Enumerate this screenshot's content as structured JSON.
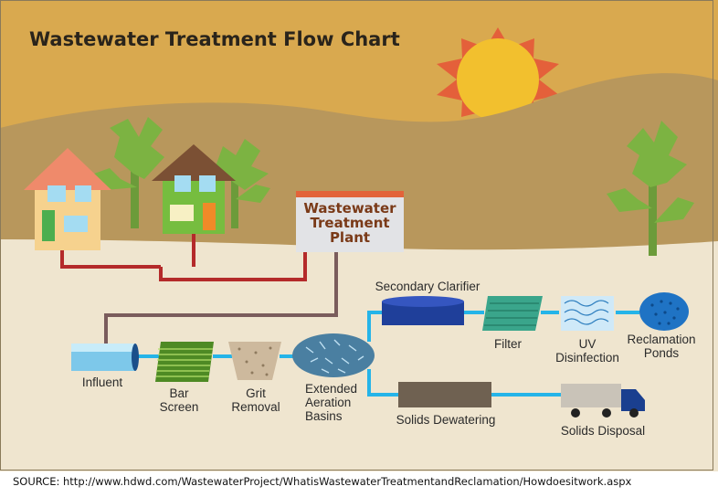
{
  "title": "Wastewater Treatment Flow Chart",
  "plant": {
    "line1": "Wastewater",
    "line2": "Treatment",
    "line3": "Plant"
  },
  "steps": {
    "influent": "Influent",
    "bar_screen": [
      "Bar",
      "Screen"
    ],
    "grit_removal": [
      "Grit",
      "Removal"
    ],
    "aeration": [
      "Extended",
      "Aeration",
      "Basins"
    ],
    "secondary_clarifier": "Secondary Clarifier",
    "filter": "Filter",
    "uv": [
      "UV",
      "Disinfection"
    ],
    "reclamation": [
      "Reclamation",
      "Ponds"
    ],
    "solids_dewatering": "Solids Dewatering",
    "solids_disposal": "Solids Disposal"
  },
  "source": "SOURCE:  http://www.hdwd.com/WastewaterProject/WhatisWastewaterTreatmentandReclamation/Howdoesitwork.aspx",
  "colors": {
    "sky": "#d9a94f",
    "hills": "#b8975c",
    "ground": "#efe5cf",
    "sun": "#f2c02e",
    "sun_rays": "#e4603a",
    "sewer_pipe": "#b42a2a",
    "plant_pipe": "#7a5c5c",
    "water_pipe": "#25b4e8"
  }
}
